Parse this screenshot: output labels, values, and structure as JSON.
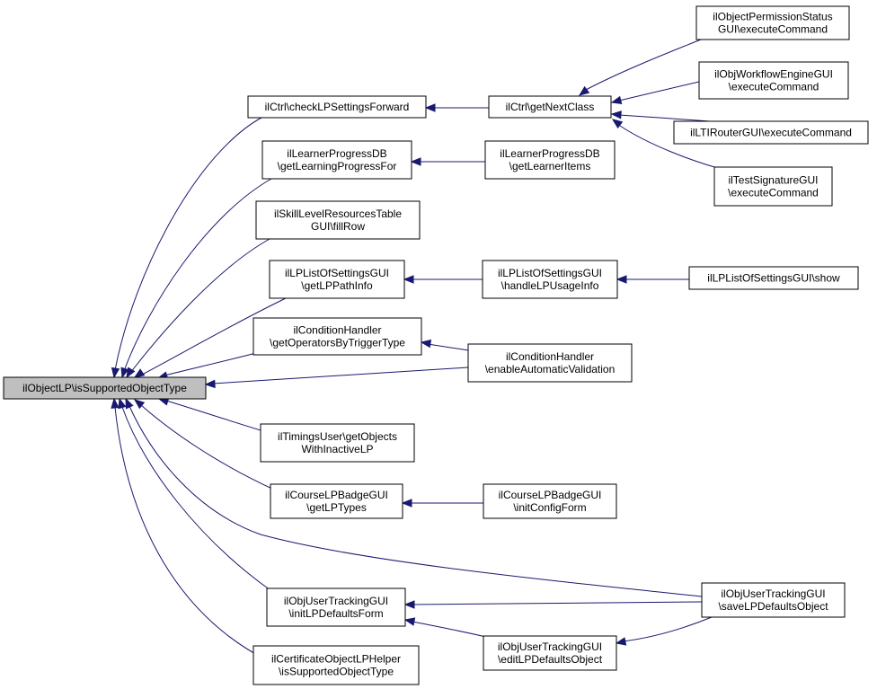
{
  "graph": {
    "edge_color": "#191970",
    "root_fill": "#bfbfbf",
    "nodes": [
      {
        "id": "root",
        "lines": [
          "ilObjectLP\\isSupportedObjectType"
        ]
      },
      {
        "id": "checkLP",
        "lines": [
          "ilCtrl\\checkLPSettingsForward"
        ]
      },
      {
        "id": "getNextClass",
        "lines": [
          "ilCtrl\\getNextClass"
        ]
      },
      {
        "id": "permStatus",
        "lines": [
          "ilObjectPermissionStatus",
          "GUI\\executeCommand"
        ]
      },
      {
        "id": "workflow",
        "lines": [
          "ilObjWorkflowEngineGUI",
          "\\executeCommand"
        ]
      },
      {
        "id": "ltiRouter",
        "lines": [
          "ilLTIRouterGUI\\executeCommand"
        ]
      },
      {
        "id": "testSig",
        "lines": [
          "ilTestSignatureGUI",
          "\\executeCommand"
        ]
      },
      {
        "id": "lpdbFor",
        "lines": [
          "ilLearnerProgressDB",
          "\\getLearningProgressFor"
        ]
      },
      {
        "id": "lpdbItems",
        "lines": [
          "ilLearnerProgressDB",
          "\\getLearnerItems"
        ]
      },
      {
        "id": "skillLevel",
        "lines": [
          "ilSkillLevelResourcesTable",
          "GUI\\fillRow"
        ]
      },
      {
        "id": "lpListPath",
        "lines": [
          "ilLPListOfSettingsGUI",
          "\\getLPPathInfo"
        ]
      },
      {
        "id": "lpListUsage",
        "lines": [
          "ilLPListOfSettingsGUI",
          "\\handleLPUsageInfo"
        ]
      },
      {
        "id": "lpListShow",
        "lines": [
          "ilLPListOfSettingsGUI\\show"
        ]
      },
      {
        "id": "condOps",
        "lines": [
          "ilConditionHandler",
          "\\getOperatorsByTriggerType"
        ]
      },
      {
        "id": "condAuto",
        "lines": [
          "ilConditionHandler",
          "\\enableAutomaticValidation"
        ]
      },
      {
        "id": "timings",
        "lines": [
          "ilTimingsUser\\getObjects",
          "WithInactiveLP"
        ]
      },
      {
        "id": "badgeTypes",
        "lines": [
          "ilCourseLPBadgeGUI",
          "\\getLPTypes"
        ]
      },
      {
        "id": "badgeInit",
        "lines": [
          "ilCourseLPBadgeGUI",
          "\\initConfigForm"
        ]
      },
      {
        "id": "utInit",
        "lines": [
          "ilObjUserTrackingGUI",
          "\\initLPDefaultsForm"
        ]
      },
      {
        "id": "utSave",
        "lines": [
          "ilObjUserTrackingGUI",
          "\\saveLPDefaultsObject"
        ]
      },
      {
        "id": "utEdit",
        "lines": [
          "ilObjUserTrackingGUI",
          "\\editLPDefaultsObject"
        ]
      },
      {
        "id": "certHelper",
        "lines": [
          "ilCertificateObjectLPHelper",
          "\\isSupportedObjectType"
        ]
      }
    ],
    "edges": [
      {
        "from": "checkLP",
        "to": "root"
      },
      {
        "from": "lpdbFor",
        "to": "root"
      },
      {
        "from": "skillLevel",
        "to": "root"
      },
      {
        "from": "lpListPath",
        "to": "root"
      },
      {
        "from": "condOps",
        "to": "root"
      },
      {
        "from": "condAuto",
        "to": "root"
      },
      {
        "from": "timings",
        "to": "root"
      },
      {
        "from": "badgeTypes",
        "to": "root"
      },
      {
        "from": "utSave",
        "to": "root"
      },
      {
        "from": "utInit",
        "to": "root"
      },
      {
        "from": "certHelper",
        "to": "root"
      },
      {
        "from": "getNextClass",
        "to": "checkLP"
      },
      {
        "from": "permStatus",
        "to": "getNextClass"
      },
      {
        "from": "workflow",
        "to": "getNextClass"
      },
      {
        "from": "ltiRouter",
        "to": "getNextClass"
      },
      {
        "from": "testSig",
        "to": "getNextClass"
      },
      {
        "from": "lpdbItems",
        "to": "lpdbFor"
      },
      {
        "from": "lpListUsage",
        "to": "lpListPath"
      },
      {
        "from": "lpListShow",
        "to": "lpListUsage"
      },
      {
        "from": "condAuto",
        "to": "condOps"
      },
      {
        "from": "badgeInit",
        "to": "badgeTypes"
      },
      {
        "from": "utSave",
        "to": "utInit"
      },
      {
        "from": "utEdit",
        "to": "utInit"
      },
      {
        "from": "utSave",
        "to": "utEdit"
      }
    ]
  }
}
